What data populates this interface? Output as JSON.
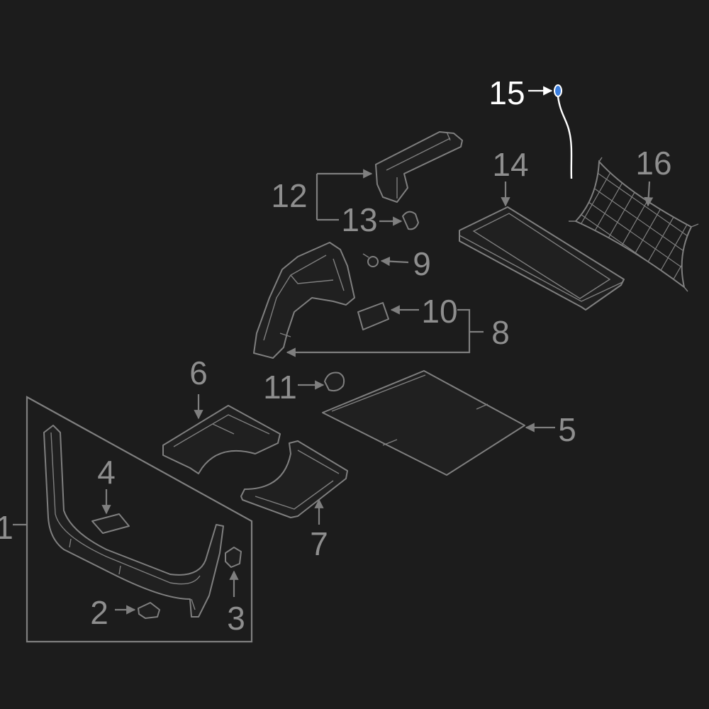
{
  "callouts": [
    "1",
    "2",
    "3",
    "4",
    "5",
    "6",
    "7",
    "8",
    "9",
    "10",
    "11",
    "12",
    "13",
    "14",
    "15",
    "16"
  ],
  "colors": {
    "background": "#1c1c1c",
    "line": "#7f7f7f",
    "label": "#8e8e8e",
    "highlight_label": "#ffffff",
    "highlight_marker": "#3b7fe0"
  }
}
